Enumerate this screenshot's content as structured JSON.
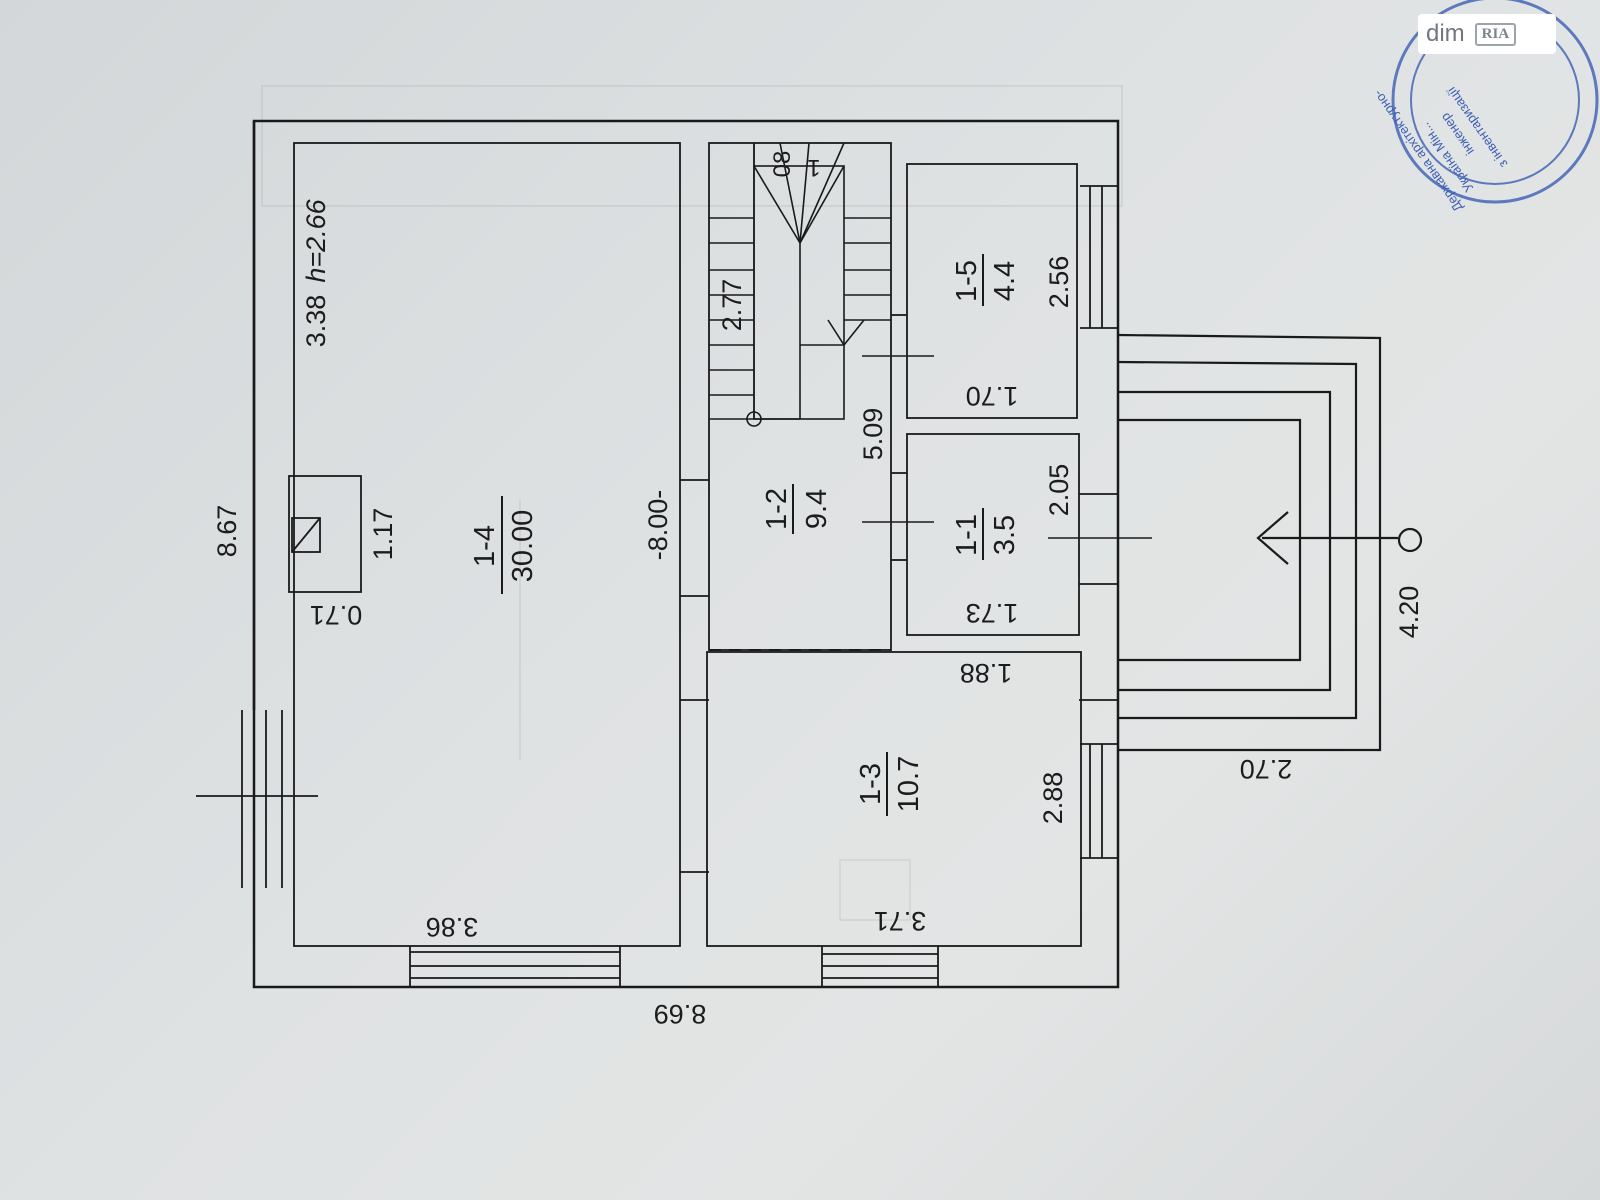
{
  "plan": {
    "height_label": "h=2.66",
    "overall_dims": {
      "width": "8.69",
      "depth": "8.67",
      "partition": "-8.00-"
    },
    "rooms": [
      {
        "id": "1-4",
        "area": "30.00"
      },
      {
        "id": "1-2",
        "area": "9.4"
      },
      {
        "id": "1-3",
        "area": "10.7"
      },
      {
        "id": "1-5",
        "area": "4.4"
      },
      {
        "id": "1-1",
        "area": "3.5"
      }
    ],
    "room_dims": {
      "r14_length": "3.38",
      "r14_width": "3.86",
      "chimney_len": "1.17",
      "chimney_w": "0.71",
      "r12_len": "5.09",
      "r13_w": "3.71",
      "r13_len": "2.88",
      "r13_top": "1.88",
      "r15_len": "2.56",
      "r15_w": "1.70",
      "r11_len": "2.05",
      "r11_w": "1.73",
      "porch_len": "4.20",
      "porch_w": "2.70",
      "stair_run": "2.77",
      "stair_top_a": "1",
      "stair_top_b": "08"
    }
  },
  "stamp": {
    "lines": [
      "Державна архітектурно-",
      "Україна Мін...",
      "інженер",
      "з інвентаризації"
    ]
  },
  "watermark": {
    "text": "dim",
    "badge": "RIA"
  },
  "colors": {
    "ink": "#1a1a1a",
    "paper": "#dfe2e3",
    "stamp": "#3c5fb5"
  }
}
